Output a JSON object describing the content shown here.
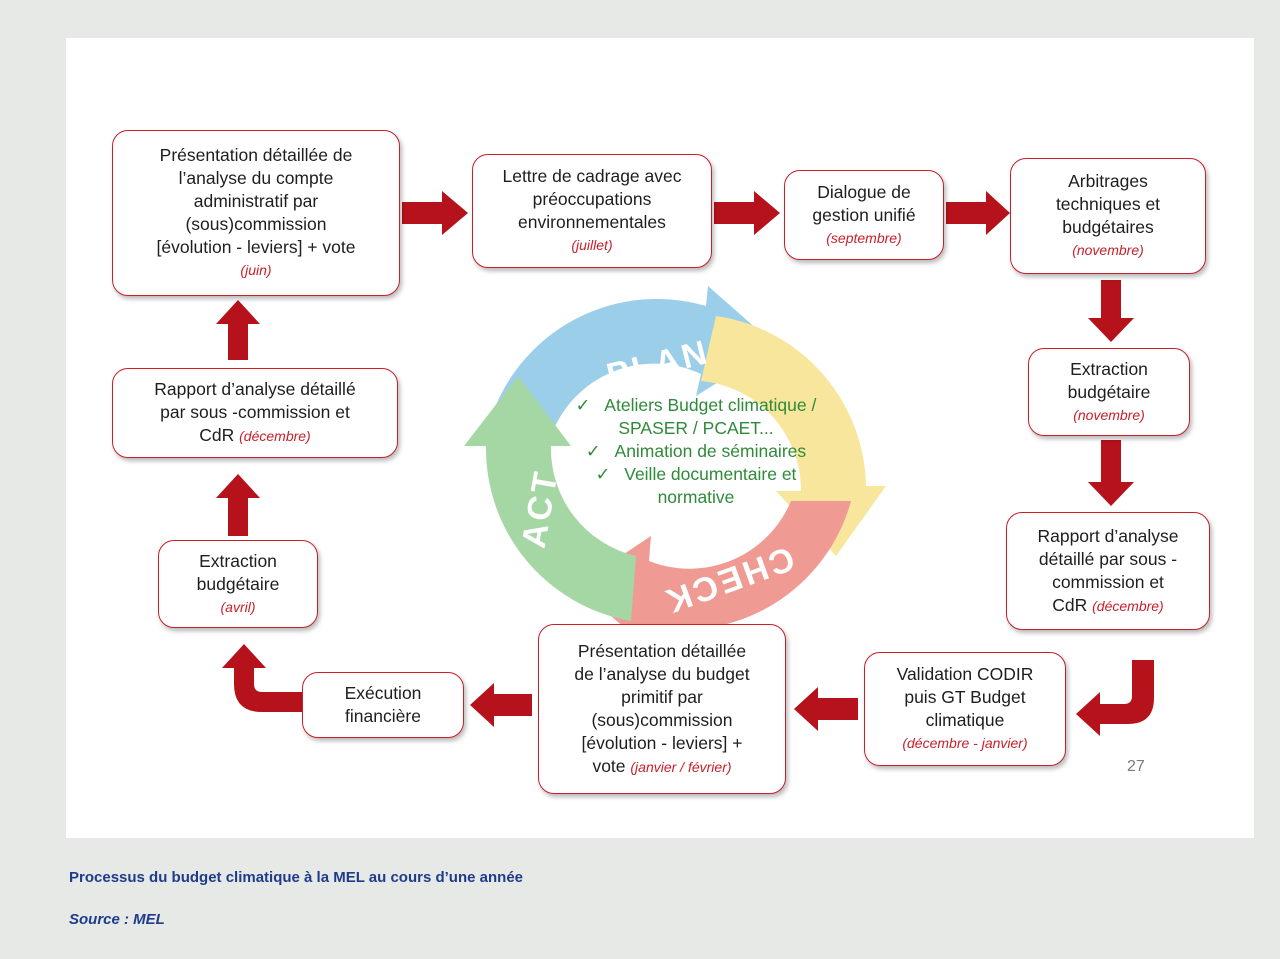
{
  "colors": {
    "arrow": "#b5121b",
    "box_border": "#c81f2a",
    "date": "#c81f2a",
    "caption": "#1f3c8c",
    "center_text": "#2f8a3a"
  },
  "cycle_background": {
    "labels": [
      "PLAN",
      "ACT",
      "CHECK"
    ]
  },
  "steps": [
    {
      "lines": [
        "Présentation détaillée de",
        "l’analyse du compte",
        "administratif par",
        "(sous)commission",
        "[évolution - leviers] + vote"
      ],
      "date": "(juin)"
    },
    {
      "lines": [
        "Lettre de cadrage avec",
        "préoccupations",
        "environnementales"
      ],
      "date": "(juillet)"
    },
    {
      "lines": [
        "Dialogue de",
        "gestion unifié"
      ],
      "date": "(septembre)"
    },
    {
      "lines": [
        "Arbitrages",
        "techniques et",
        "budgétaires"
      ],
      "date": "(novembre)"
    },
    {
      "lines": [
        "Extraction",
        "budgétaire"
      ],
      "date": "(novembre)"
    },
    {
      "lines": [
        "Rapport d’analyse",
        "détaillé par sous -",
        "commission et",
        "CdR"
      ],
      "date": "(décembre)"
    },
    {
      "lines": [
        "Validation CODIR",
        "puis GT Budget",
        "climatique"
      ],
      "date": "(décembre - janvier)"
    },
    {
      "lines": [
        "Présentation détaillée",
        "de l’analyse du budget",
        "primitif par",
        "(sous)commission",
        "[évolution - leviers] +",
        "vote"
      ],
      "date": "(janvier / février)"
    },
    {
      "lines": [
        "Exécution",
        "financière"
      ],
      "date": ""
    },
    {
      "lines": [
        "Extraction",
        "budgétaire"
      ],
      "date": "(avril)"
    },
    {
      "lines": [
        "Rapport d’analyse détaillé",
        "par sous -commission et",
        "CdR"
      ],
      "date": "(décembre)"
    }
  ],
  "center_items": [
    {
      "check": "✓",
      "lines": [
        "Ateliers Budget climatique /",
        "SPASER / PCAET..."
      ]
    },
    {
      "check": "✓",
      "lines": [
        "Animation de séminaires"
      ]
    },
    {
      "check": "✓",
      "lines": [
        "Veille documentaire et",
        "normative"
      ]
    }
  ],
  "page_number": "27",
  "caption": "Processus du budget climatique à la MEL au cours d’une année",
  "source": "Source : MEL"
}
